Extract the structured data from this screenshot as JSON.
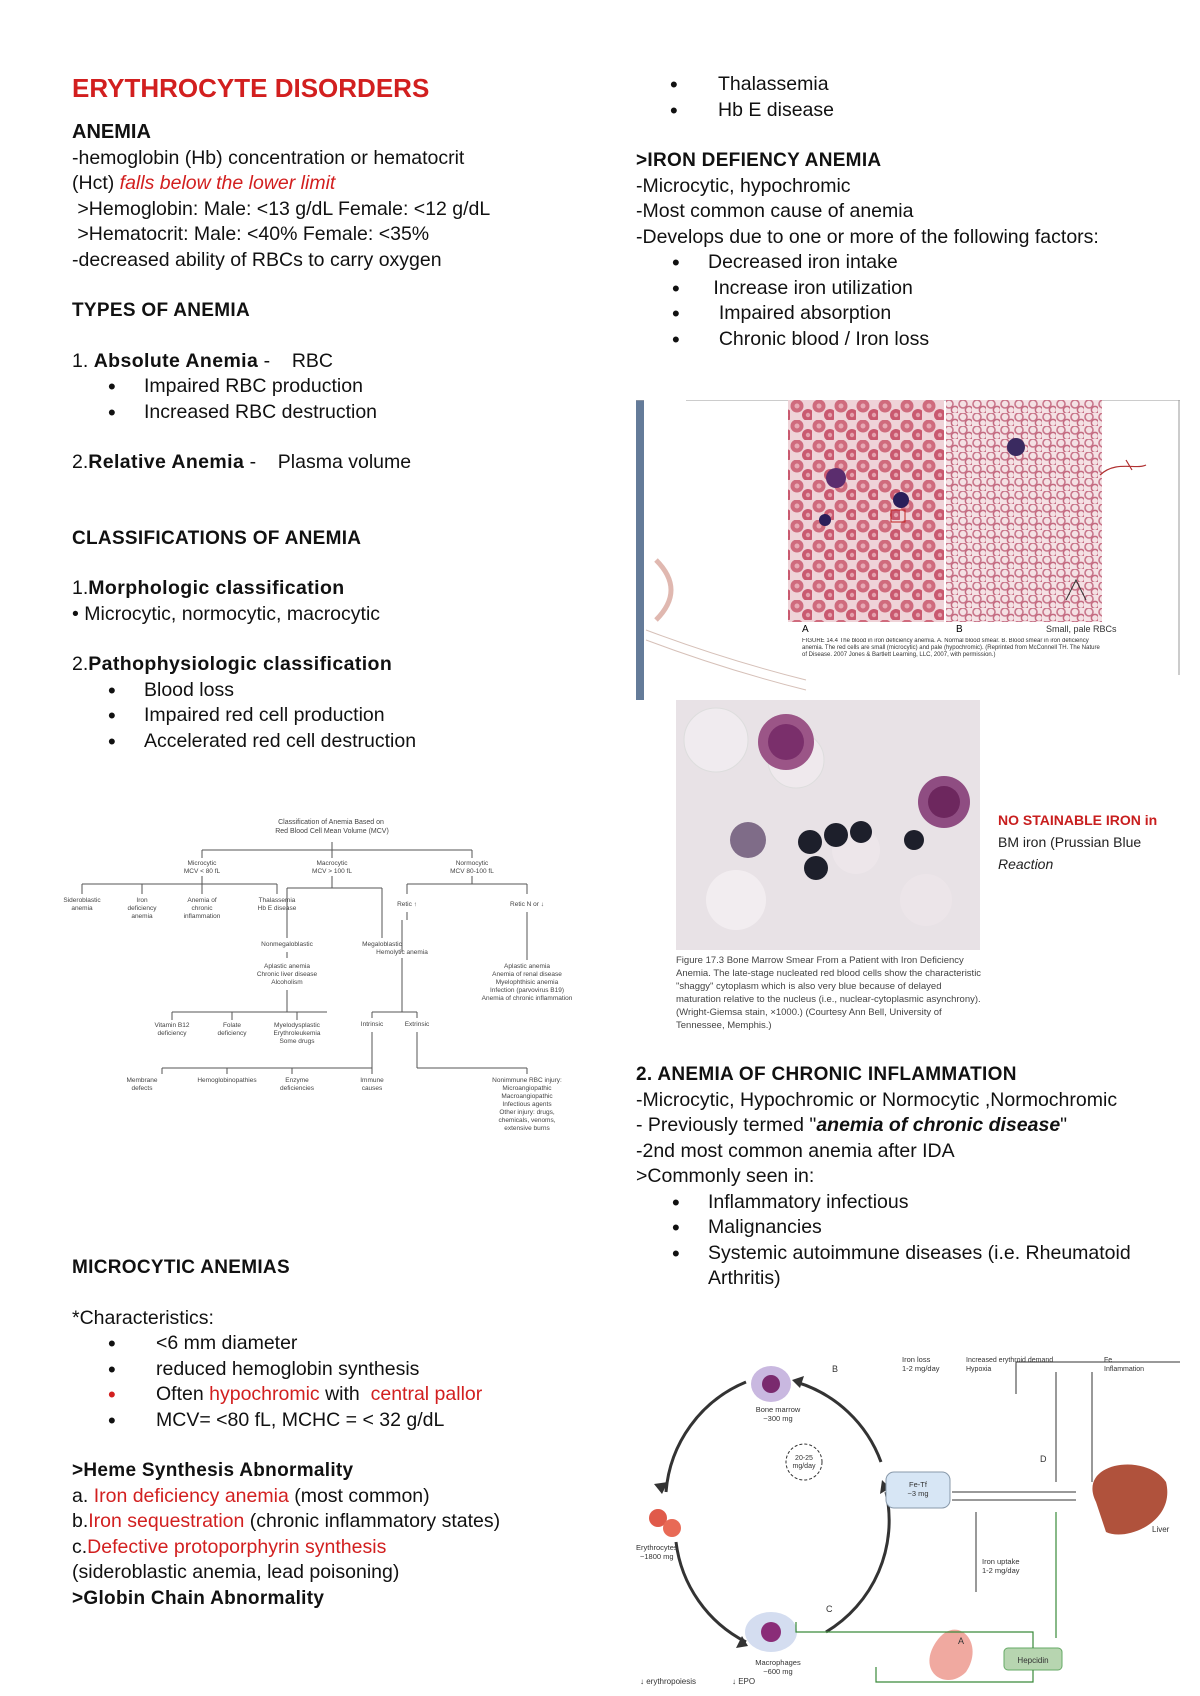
{
  "title": "ERYTHROCYTE DISORDERS",
  "anemia": {
    "heading": "ANEMIA",
    "def_a": "-hemoglobin (Hb) concentration or hematocrit",
    "def_b": "(Hct) ",
    "def_red": "falls below the lower limit",
    "hb": " >Hemoglobin: Male: <13 g/dL Female: <12 g/dL",
    "hct": " >Hematocrit: Male: <40% Female: <35%",
    "decreased": "-decreased ability of RBCs to carry oxygen"
  },
  "types": {
    "heading": "TYPES OF ANEMIA",
    "abs_num": "1. ",
    "abs_label": "Absolute Anemia",
    "abs_rest": " -    RBC",
    "abs_items": [
      "Impaired RBC production",
      "Increased RBC destruction"
    ],
    "rel_num": "2.",
    "rel_label": "Relative Anemia",
    "rel_rest": " -    Plasma volume"
  },
  "classifications": {
    "heading": "CLASSIFICATIONS OF ANEMIA",
    "morph_num": "1.",
    "morph_label": "Morphologic classification",
    "morph_text": "• Microcytic, normocytic, macrocytic",
    "patho_num": "2.",
    "patho_label": "Pathophysiologic classification",
    "patho_items": [
      "Blood loss",
      "Impaired red cell production",
      "Accelerated red cell destruction"
    ]
  },
  "flowchart": {
    "title": "Classification of Anemia Based on Red Blood Cell Mean Volume (MCV)",
    "microcytic": "Microcytic MCV < 80 fL",
    "macrocytic": "Macrocytic MCV > 100 fL",
    "normocytic": "Normocytic MCV 80-100 fL",
    "sideroblastic": "Sideroblastic anemia",
    "iron_def": "Iron deficiency anemia",
    "chronic": "Anemia of chronic inflammation",
    "thal": "Thalassemia Hb E disease",
    "retic_up": "Retic ↑",
    "retic_n": "Retic N or ↓",
    "nonmegalo": "Nonmegaloblastic",
    "megalo": "Megaloblastic",
    "aplastic_left": "Aplastic anemia Chronic liver disease Alcoholism",
    "hemolytic": "Hemolytic anemia",
    "aplastic_right": "Aplastic anemia Anemia of renal disease Myelophthisic anemia Infection (parvovirus B19) Anemia of chronic inflammation",
    "vitb12": "Vitamin B12 deficiency",
    "folate": "Folate deficiency",
    "myelodysplastic": "Myelodysplastic Erythroleukemia Some drugs",
    "intrinsic": "Intrinsic",
    "extrinsic": "Extrinsic",
    "membrane": "Membrane defects",
    "hemoglobinopathies": "Hemoglobinopathies",
    "enzyme": "Enzyme deficiencies",
    "immune": "Immune causes",
    "nonimmune": "Nonimmune RBC injury: Microangiopathic Macroangiopathic Infectious agents Other injury: drugs, chemicals, venoms, extensive burns"
  },
  "microcytic": {
    "heading": "MICROCYTIC ANEMIAS",
    "char": "*Characteristics:",
    "item1": "<6 mm diameter",
    "item2": "reduced hemoglobin synthesis",
    "item3_a": "Often ",
    "item3_red1": "hypochromic",
    "item3_b": " with  ",
    "item3_red2": "central pallor",
    "item4": "MCV= <80 fL, MCHC = < 32 g/dL",
    "heme_heading": ">Heme Synthesis Abnormality",
    "a_pre": "a. ",
    "a_red": "Iron deficiency anemia",
    "a_post": " (most common)",
    "b_pre": "b.",
    "b_red": "Iron sequestration",
    "b_post": " (chronic inflammatory states)",
    "c_pre": "c.",
    "c_red": "Defective protoporphyrin synthesis",
    "c_post": "(sideroblastic anemia, lead poisoning)",
    "globin_heading": ">Globin Chain Abnormality"
  },
  "right_top": {
    "items": [
      "Thalassemia",
      "Hb E disease"
    ]
  },
  "ida": {
    "heading": ">IRON DEFIENCY ANEMIA",
    "l1": "-Microcytic, hypochromic",
    "l2": "-Most common cause of anemia",
    "l3": "-Develops due to one or more of the following factors:",
    "items": [
      "Decreased iron intake",
      " Increase iron utilization",
      "  Impaired absorption",
      "  Chronic blood / Iron loss"
    ]
  },
  "figure1": {
    "label_a": "A",
    "label_b": "B",
    "note": "Small, pale RBCs",
    "caption": "FIGURE 14.4 The blood in iron deficiency anemia. A. Normal blood smear. B. Blood smear in iron deficiency anemia. The red cells are small (microcytic) and pale (hypochromic). (Reprinted from McConnell TH. The Nature of Disease. 2007 Jones & Bartlett Learning, LLC, 2007, with permission.)"
  },
  "figure2": {
    "note1": "NO STAINABLE IRON in",
    "note2": "BM iron (Prussian Blue",
    "note3": "Reaction",
    "caption": "Figure 17.3 Bone Marrow Smear From a Patient with Iron Deficiency Anemia. The late-stage nucleated red blood cells show the characteristic \"shaggy\" cytoplasm which is also very blue because of delayed maturation relative to the nucleus (i.e., nuclear-cytoplasmic asynchrony). (Wright-Giemsa stain, ×1000.) (Courtesy Ann Bell, University of Tennessee, Memphis.)"
  },
  "aci": {
    "heading": "2. ANEMIA OF CHRONIC INFLAMMATION",
    "l1": "-Microcytic, Hypochromic or Normocytic ,Normochromic",
    "l2_a": "- Previously termed \"",
    "l2_b": "anemia of chronic disease",
    "l2_c": "\"",
    "l3": "-2nd most common anemia after IDA",
    "l4": ">Commonly seen in:",
    "items": [
      "Inflammatory infectious",
      "Malignancies",
      "Systemic autoimmune diseases (i.e. Rheumatoid Arthritis)"
    ]
  },
  "figure3": {
    "bm": "Bone marrow ~300 mg",
    "ery": "Erythrocytes ~1800 mg",
    "mac": "Macrophages ~600 mg",
    "flux": "20-25 mg/day",
    "pool": "Fe-Tf ~3 mg",
    "loss": "Iron loss 1-2 mg/day",
    "demand": "Increased erythroid demand Hypoxia",
    "inflam": "Fe Inflammation",
    "liver": "Liver",
    "hepcidin": "Hepcidin",
    "uptake": "Iron uptake 1-2 mg/day",
    "legend1": "↓ erythropoiesis",
    "legend2": "↓ EPO",
    "lbl_a": "A",
    "lbl_b": "B",
    "lbl_c": "C",
    "lbl_d": "D"
  }
}
